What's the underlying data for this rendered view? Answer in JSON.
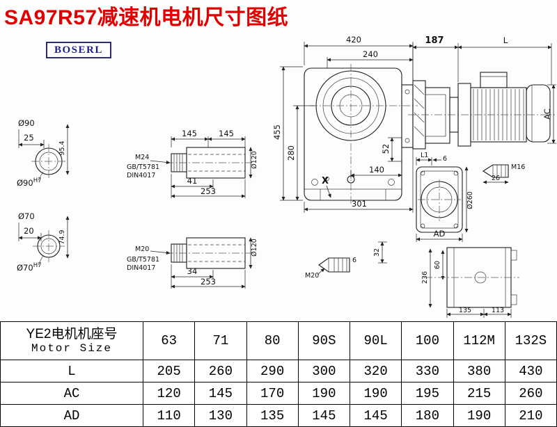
{
  "title": "SA97R57减速机电机尺寸图纸",
  "logo": "BOSERL",
  "colors": {
    "title_red": "#e00000",
    "logo_navy": "#1b1b8e"
  },
  "drawing": {
    "front_view": {
      "w420": "420",
      "w240": "240",
      "h455": "455",
      "h280": "280",
      "v52": "52",
      "w140": "140",
      "w301": "301",
      "x_mark": "X"
    },
    "motor_view": {
      "d187": "187",
      "len_l": "L",
      "ac": "AC"
    },
    "shaft_end_1": {
      "dia": "Ø90",
      "step": "25",
      "height": "95.4",
      "fit": "Ø90",
      "fit_tol": "H7"
    },
    "shaft_end_2": {
      "dia": "Ø70",
      "step": "20",
      "height": "74.9",
      "fit": "Ø70",
      "fit_tol": "H7"
    },
    "shaft_side_1": {
      "seg1": "145",
      "seg2": "145",
      "dia": "Ø120",
      "thread": "M24",
      "std1": "GB/T5781",
      "std2": "DIN4017",
      "thread_len": "41",
      "total_len": "253"
    },
    "shaft_side_2": {
      "dia": "Ø120",
      "thread": "M20",
      "std1": "GB/T5781",
      "std2": "DIN4017",
      "thread_len": "34",
      "total_len": "253"
    },
    "flange_view": {
      "l1": "L1",
      "gap": "6",
      "dia": "Ø260",
      "ad": "AD"
    },
    "stud_m16": {
      "thread": "M16",
      "len": "26"
    },
    "stud_m20": {
      "thread": "M20",
      "gap": "6",
      "h32": "32"
    },
    "top_view": {
      "h236": "236",
      "h60": "60",
      "w135": "135",
      "w113": "113"
    }
  },
  "table": {
    "header": {
      "label_line1": "YE2电机机座号",
      "label_line2": "Motor Size",
      "columns": [
        "63",
        "71",
        "80",
        "90S",
        "90L",
        "100",
        "112M",
        "132S"
      ]
    },
    "rows": [
      {
        "label": "L",
        "values": [
          "205",
          "260",
          "290",
          "300",
          "320",
          "330",
          "380",
          "430"
        ]
      },
      {
        "label": "AC",
        "values": [
          "120",
          "145",
          "170",
          "190",
          "190",
          "195",
          "215",
          "260"
        ]
      },
      {
        "label": "AD",
        "values": [
          "110",
          "130",
          "135",
          "145",
          "145",
          "180",
          "190",
          "210"
        ]
      }
    ]
  }
}
